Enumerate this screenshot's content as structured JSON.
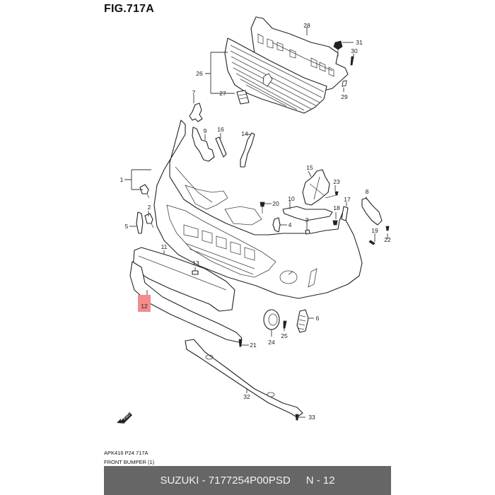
{
  "figure": {
    "title": "FIG.717A",
    "caption_code": "APK416 P24 717A",
    "caption_name": "FRONT BUMPER (1)",
    "direction_marker": "FWD"
  },
  "footer": {
    "part_number": "SUZUKI - 7177254P00PSD",
    "position": "N - 12",
    "background_color": "#666666",
    "text_color": "#f2f2f2"
  },
  "highlight": {
    "callout": "12",
    "color": "#f58b8b"
  },
  "callouts": [
    {
      "id": "1",
      "label": "1"
    },
    {
      "id": "2",
      "label": "2"
    },
    {
      "id": "3",
      "label": "3"
    },
    {
      "id": "4",
      "label": "4"
    },
    {
      "id": "5",
      "label": "5"
    },
    {
      "id": "6",
      "label": "6"
    },
    {
      "id": "7",
      "label": "7"
    },
    {
      "id": "8",
      "label": "8"
    },
    {
      "id": "9",
      "label": "9"
    },
    {
      "id": "10",
      "label": "10"
    },
    {
      "id": "11",
      "label": "11"
    },
    {
      "id": "12",
      "label": "12"
    },
    {
      "id": "13",
      "label": "13"
    },
    {
      "id": "14",
      "label": "14"
    },
    {
      "id": "15",
      "label": "15"
    },
    {
      "id": "16",
      "label": "16"
    },
    {
      "id": "17",
      "label": "17"
    },
    {
      "id": "18",
      "label": "18"
    },
    {
      "id": "19",
      "label": "19"
    },
    {
      "id": "20",
      "label": "20"
    },
    {
      "id": "21",
      "label": "21"
    },
    {
      "id": "22",
      "label": "22"
    },
    {
      "id": "23",
      "label": "23"
    },
    {
      "id": "24",
      "label": "24"
    },
    {
      "id": "25",
      "label": "25"
    },
    {
      "id": "26",
      "label": "26"
    },
    {
      "id": "27",
      "label": "27"
    },
    {
      "id": "28",
      "label": "28"
    },
    {
      "id": "29",
      "label": "29"
    },
    {
      "id": "30",
      "label": "30"
    },
    {
      "id": "31",
      "label": "31"
    },
    {
      "id": "32",
      "label": "32"
    },
    {
      "id": "33",
      "label": "33"
    }
  ]
}
